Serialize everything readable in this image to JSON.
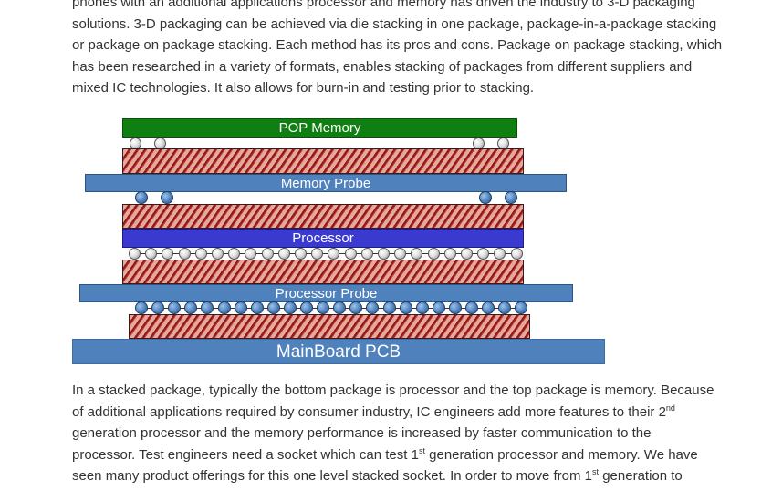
{
  "paragraph_1": [
    "phones with an additional applications processor and memory has driven the industry to 3-D packaging",
    "solutions. 3-D packaging can be achieved via die stacking in one package, package-in-a-package stacking",
    "or package on package stacking. Each method has its pros and cons. Package on package stacking, which",
    "has been researched in a variety of formats, enables stacking of packages from different suppliers and",
    "mixed IC technologies. It also allows for burn-in and testing prior to stacking."
  ],
  "diagram": {
    "pop_memory": "POP Memory",
    "memory_probe": "Memory Probe",
    "processor": "Processor",
    "processor_probe": "Processor Probe",
    "mainboard": "MainBoard PCB",
    "colors": {
      "pop_memory": "#0f7f12",
      "probe": "#4f81bd",
      "processor": "#3a3ad0",
      "mainboard": "#4f81bd"
    }
  },
  "paragraph_2": {
    "line1": "In a stacked package, typically the bottom package is processor and the top package is memory. Because",
    "line2_pre": "of additional applications required by consumer industry, IC engineers add more features to their 2",
    "line2_sup": "nd",
    "line3": "generation processor and the memory performance is increased by faster communication to the",
    "line4_pre": "processor. Test engineers need a socket which can test 1",
    "line4_sup": "st",
    "line4_post": " generation processor and memory. We have",
    "line5_pre": "seen many product offerings for this one level stacked socket. In order to move from 1",
    "line5_sup": "st",
    "line5_post": " generation to"
  }
}
